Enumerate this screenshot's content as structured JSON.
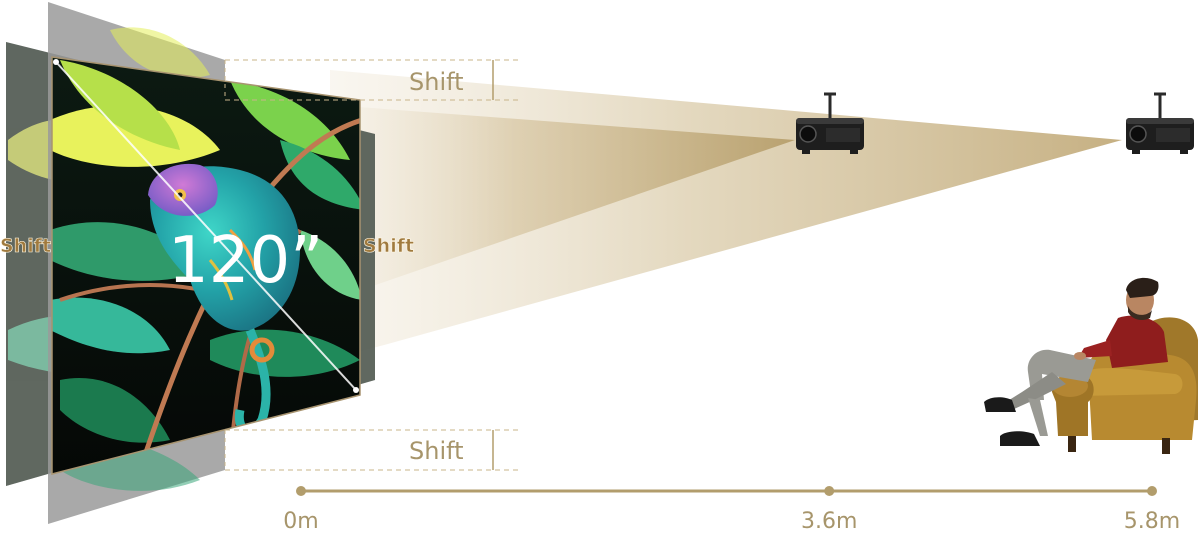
{
  "screen": {
    "size_label": "120”",
    "shift_top_label": "Shift",
    "shift_bottom_label": "Shift",
    "shift_left_label": "Shift",
    "shift_right_label": "Shift"
  },
  "distances": [
    {
      "value": 0,
      "label": "0m"
    },
    {
      "value": 3.6,
      "label": "3.6m"
    },
    {
      "value": 5.8,
      "label": "5.8m"
    }
  ],
  "colors": {
    "accent": "#b29d6c",
    "beam": "#c8b48a",
    "frame": "#a89470",
    "ghost_screen": "#9a9a9a"
  },
  "icons": [
    "projector-icon",
    "projector-icon",
    "viewer-in-armchair-icon"
  ]
}
